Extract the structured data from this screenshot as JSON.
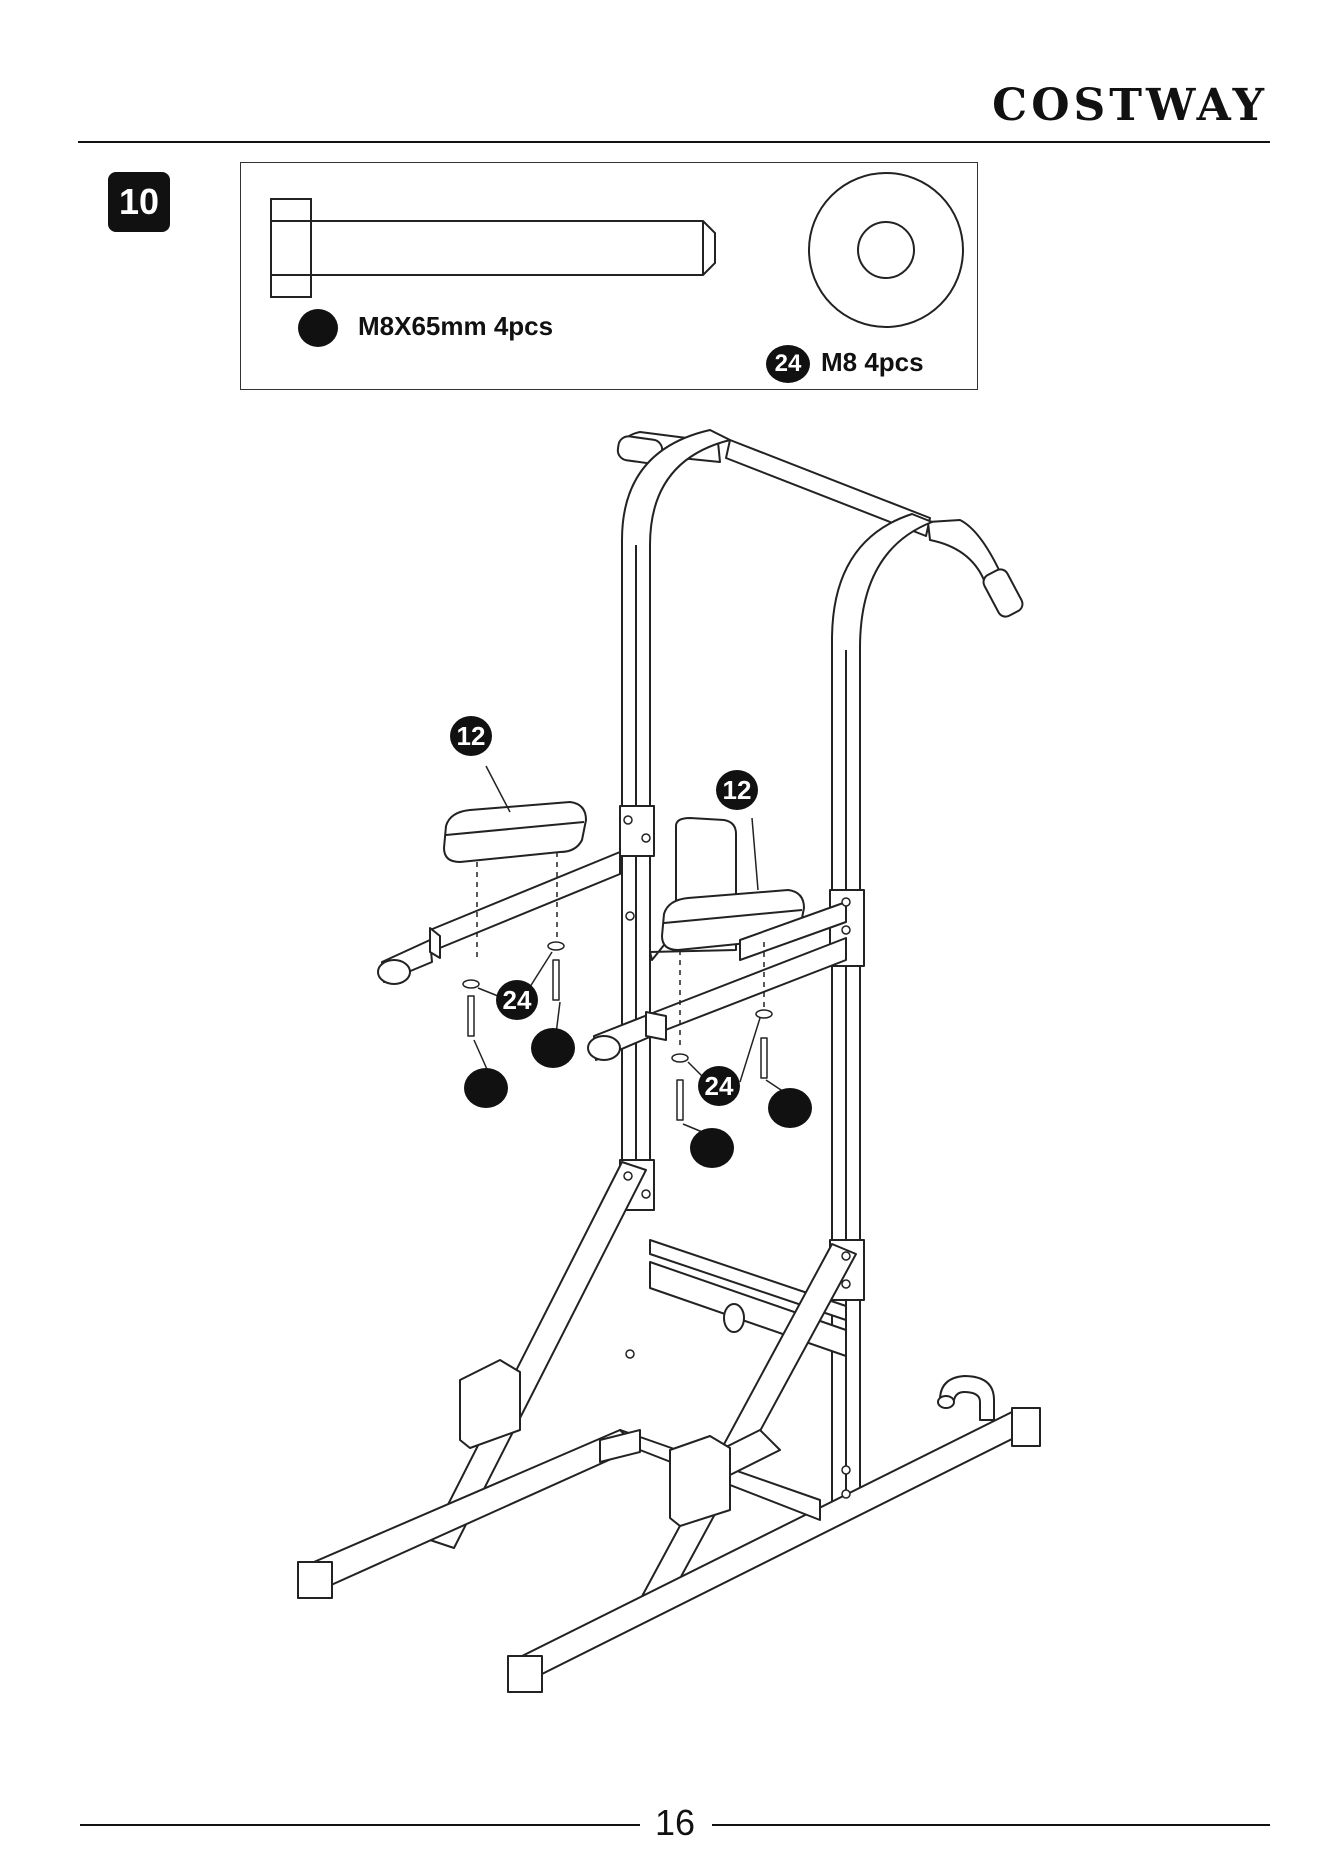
{
  "header": {
    "brand": "COSTWAY"
  },
  "step": {
    "number": "10"
  },
  "parts": {
    "bolt": {
      "label": "M8X65mm 4pcs"
    },
    "washer": {
      "part_number": "24",
      "label": "M8  4pcs"
    }
  },
  "callouts": {
    "pad_left": "12",
    "pad_right": "12",
    "washers_left": "24",
    "washers_right": "24"
  },
  "footer": {
    "page_number": "16"
  }
}
